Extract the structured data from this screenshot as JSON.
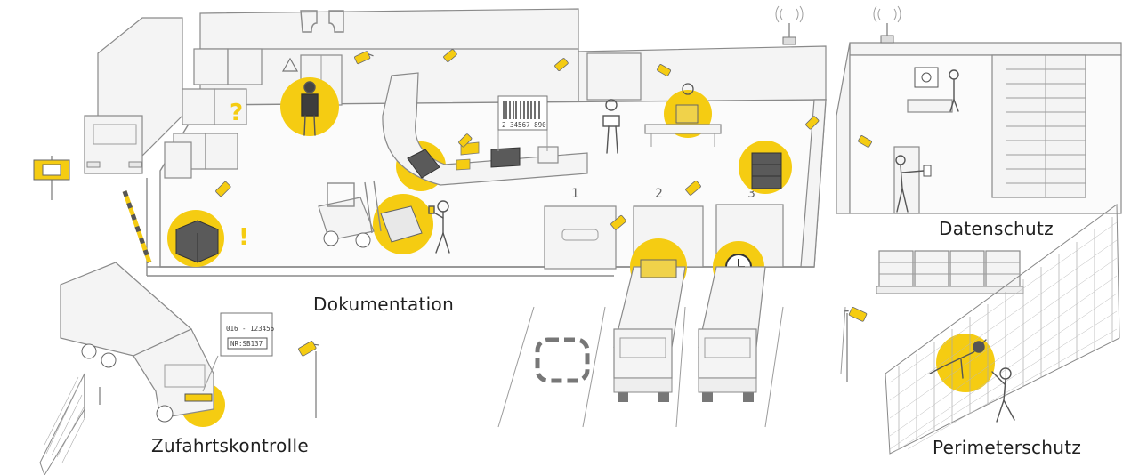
{
  "labels": {
    "dokumentation": "Dokumentation",
    "zufahrtskontrolle": "Zufahrtskontrolle",
    "datenschutz": "Datenschutz",
    "perimeterschutz": "Perimeterschutz"
  },
  "dock_numbers": [
    "1",
    "2",
    "3"
  ],
  "barcode_digits": "2 34567 890",
  "plate_top": "016 - 123456",
  "plate_bottom": "NR:SB137",
  "colors": {
    "highlight": "#f5cc12",
    "line": "#8a8a8a",
    "dark_box": "#5a5a5a",
    "background": "#ffffff"
  }
}
